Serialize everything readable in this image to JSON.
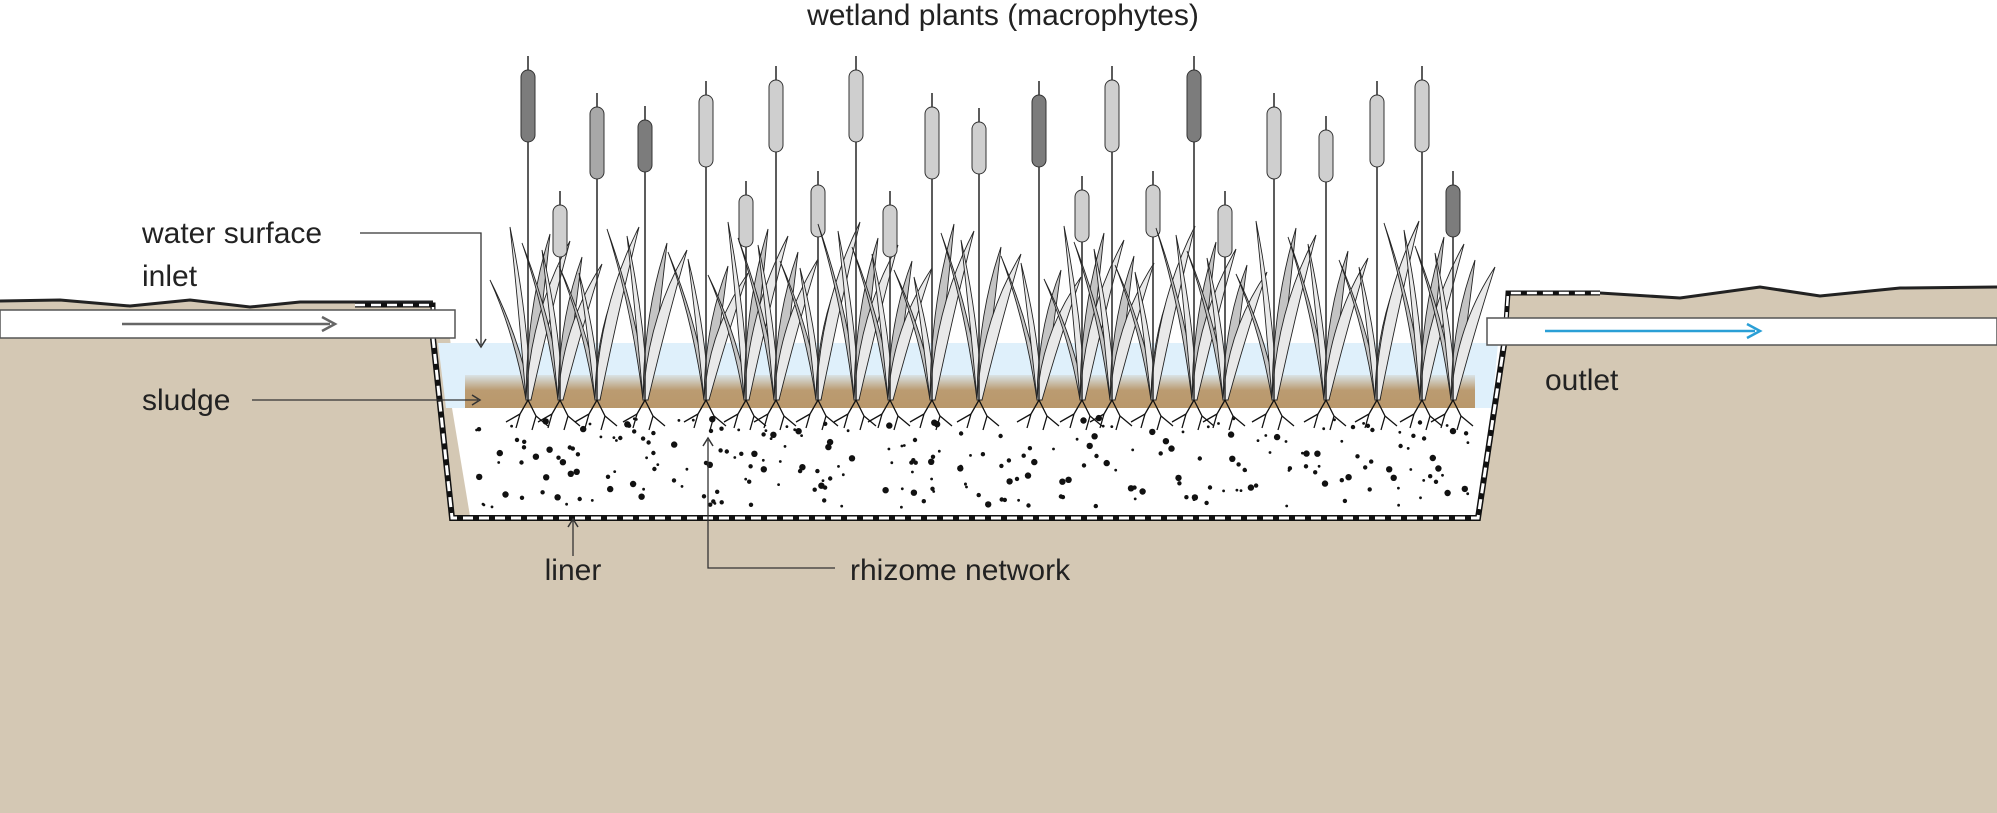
{
  "labels": {
    "plants": "wetland plants (macrophytes)",
    "water_surface": "water surface",
    "inlet": "inlet",
    "sludge": "sludge",
    "outlet": "outlet",
    "liner": "liner",
    "rhizome": "rhizome network"
  },
  "colors": {
    "soil": "#d4c8b4",
    "water": "#dff0fb",
    "sludge": "#b9976a",
    "substrate": "#ffffff",
    "outflow_arrow": "#2a9fd6",
    "inflow_arrow": "#666666",
    "cattail_light": "#cfcfcf",
    "cattail_mid": "#a8a8a8",
    "cattail_dark": "#7c7c7c"
  },
  "icons": {
    "inflow": "right-arrow-icon",
    "outflow": "right-arrow-icon"
  }
}
